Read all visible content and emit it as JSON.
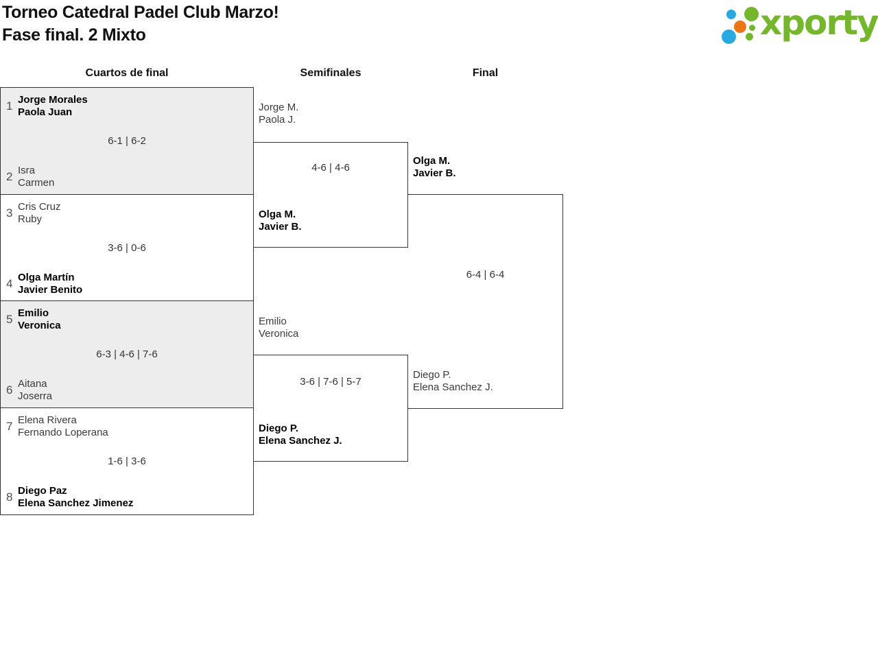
{
  "header": {
    "title_line1": "Torneo Catedral Padel Club Marzo!",
    "title_line2": "Fase final. 2 Mixto",
    "logo_text": "xporty"
  },
  "columns": {
    "quarterfinals": "Cuartos de final",
    "semifinals": "Semifinales",
    "final": "Final"
  },
  "colors": {
    "logo_green": "#74b72c",
    "logo_blue": "#29a9e1",
    "logo_orange": "#e87714",
    "shaded_match_bg": "#ededed",
    "bracket_border": "#333333"
  },
  "quarterfinals": [
    {
      "seed_top": "1",
      "team_top": [
        "Jorge Morales",
        "Paola Juan"
      ],
      "score": "6-1 | 6-2",
      "seed_bottom": "2",
      "team_bottom": [
        "Isra",
        "Carmen"
      ]
    },
    {
      "seed_top": "3",
      "team_top": [
        "Cris Cruz",
        "Ruby"
      ],
      "score": "3-6 | 0-6",
      "seed_bottom": "4",
      "team_bottom": [
        "Olga Martín",
        "Javier Benito"
      ]
    },
    {
      "seed_top": "5",
      "team_top": [
        "Emilio",
        "Veronica"
      ],
      "score": "6-3 | 4-6 | 7-6",
      "seed_bottom": "6",
      "team_bottom": [
        "Aitana",
        "Joserra"
      ]
    },
    {
      "seed_top": "7",
      "team_top": [
        "Elena Rivera",
        "Fernando Loperana"
      ],
      "score": "1-6 | 3-6",
      "seed_bottom": "8",
      "team_bottom": [
        "Diego Paz",
        "Elena Sanchez Jimenez"
      ]
    }
  ],
  "semifinals": [
    {
      "team_top": [
        "Jorge M.",
        "Paola J."
      ],
      "score": "4-6 | 4-6",
      "team_bottom": [
        "Olga M.",
        "Javier B."
      ]
    },
    {
      "team_top": [
        "Emilio",
        "Veronica"
      ],
      "score": "3-6 | 7-6 | 5-7",
      "team_bottom": [
        "Diego P.",
        "Elena Sanchez J."
      ]
    }
  ],
  "final": {
    "team_top": [
      "Olga M.",
      "Javier B."
    ],
    "score": "6-4 | 6-4",
    "team_bottom": [
      "Diego P.",
      "Elena Sanchez J."
    ]
  }
}
